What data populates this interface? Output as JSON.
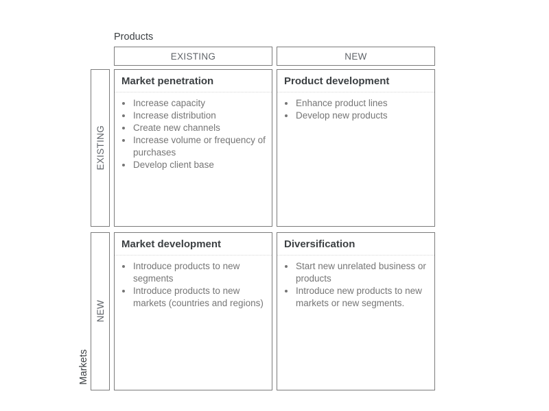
{
  "axes": {
    "columns_label": "Products",
    "rows_label": "Markets"
  },
  "column_headers": [
    {
      "label": "EXISTING"
    },
    {
      "label": "NEW"
    }
  ],
  "row_headers": [
    {
      "label": "EXISTING"
    },
    {
      "label": "NEW"
    }
  ],
  "quadrants": [
    {
      "title": "Market penetration",
      "items": [
        "Increase capacity",
        "Increase distribution",
        "Create new channels",
        "Increase volume or frequency of purchases",
        "Develop client base"
      ]
    },
    {
      "title": "Product development",
      "items": [
        "Enhance product lines",
        "Develop new products"
      ]
    },
    {
      "title": "Market development",
      "items": [
        "Introduce products to new segments",
        "Introduce products to new markets (countries and regions)"
      ]
    },
    {
      "title": "Diversification",
      "items": [
        "Start new unrelated business or products",
        "Introduce new products to new markets or new segments."
      ]
    }
  ],
  "colors": {
    "border": "#7a7a7a",
    "title_text": "#3c4043",
    "body_text": "#757575",
    "header_text": "#5f6368",
    "dotted_divider": "#d6d6d6",
    "background": "#ffffff"
  }
}
